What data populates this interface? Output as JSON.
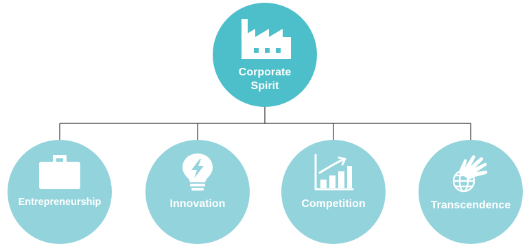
{
  "colors": {
    "root_fill": "#4cbfca",
    "child_fill": "#93d3dc",
    "connector": "#333333",
    "icon": "#ffffff"
  },
  "root": {
    "label_line1": "Corporate",
    "label_line2": "Spirit",
    "icon": "factory-icon"
  },
  "children": [
    {
      "label": "Entrepreneurship",
      "icon": "briefcase-icon"
    },
    {
      "label": "Innovation",
      "icon": "lightbulb-icon"
    },
    {
      "label": "Competition",
      "icon": "growth-chart-icon"
    },
    {
      "label": "Transcendence",
      "icon": "hand-globe-icon"
    }
  ]
}
